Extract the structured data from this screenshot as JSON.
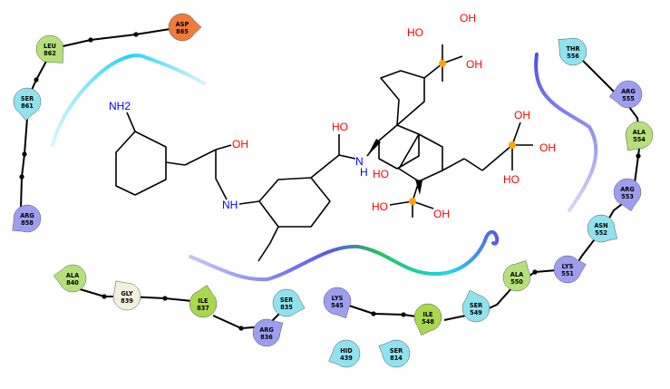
{
  "residues": [
    {
      "id": "asp865",
      "name": "ASP",
      "num": "865",
      "color": "#f07a3c"
    },
    {
      "id": "leu862",
      "name": "LEU",
      "num": "862",
      "color": "#b6e07a"
    },
    {
      "id": "ser861",
      "name": "SER",
      "num": "861",
      "color": "#8fe2ee"
    },
    {
      "id": "arg858",
      "name": "ARG",
      "num": "858",
      "color": "#9e9ef0"
    },
    {
      "id": "ala840",
      "name": "ALA",
      "num": "840",
      "color": "#b6e07a"
    },
    {
      "id": "gly839",
      "name": "GLY",
      "num": "839",
      "color": "#f2f2dc"
    },
    {
      "id": "ile837",
      "name": "ILE",
      "num": "837",
      "color": "#a8d84e"
    },
    {
      "id": "arg836",
      "name": "ARG",
      "num": "836",
      "color": "#9e9ef0"
    },
    {
      "id": "ser835",
      "name": "SER",
      "num": "835",
      "color": "#8fe2ee"
    },
    {
      "id": "lys545",
      "name": "LYS",
      "num": "545",
      "color": "#9e9ef0"
    },
    {
      "id": "ile548",
      "name": "ILE",
      "num": "548",
      "color": "#a8d84e"
    },
    {
      "id": "hid439",
      "name": "HID",
      "num": "439",
      "color": "#8fe2ee"
    },
    {
      "id": "ser814",
      "name": "SER",
      "num": "814",
      "color": "#8fe2ee"
    },
    {
      "id": "ser549",
      "name": "SER",
      "num": "549",
      "color": "#8fe2ee"
    },
    {
      "id": "ala550",
      "name": "ALA",
      "num": "550",
      "color": "#b6e07a"
    },
    {
      "id": "lys551",
      "name": "LYS",
      "num": "551",
      "color": "#9e9ef0"
    },
    {
      "id": "asn552",
      "name": "ASN",
      "num": "552",
      "color": "#8fe2ee"
    },
    {
      "id": "arg553",
      "name": "ARG",
      "num": "553",
      "color": "#9e9ef0"
    },
    {
      "id": "ala554",
      "name": "ALA",
      "num": "554",
      "color": "#b6e07a"
    },
    {
      "id": "arg555",
      "name": "ARG",
      "num": "555",
      "color": "#9e9ef0"
    },
    {
      "id": "thr556",
      "name": "THR",
      "num": "556",
      "color": "#8fe2ee"
    }
  ],
  "atom_labels": {
    "nh2": "NH2",
    "oh": "OH",
    "ho": "HO",
    "nh": "NH",
    "n": "N",
    "h": "H"
  },
  "colors": {
    "bond": "#000000",
    "oxygen": "#ff0000",
    "nitrogen": "#0000ff",
    "sulfur": "#ffa500",
    "ribbon_cyan": "#22d3ee",
    "ribbon_blue": "#5a57e8",
    "ribbon_green": "#22c55e"
  }
}
